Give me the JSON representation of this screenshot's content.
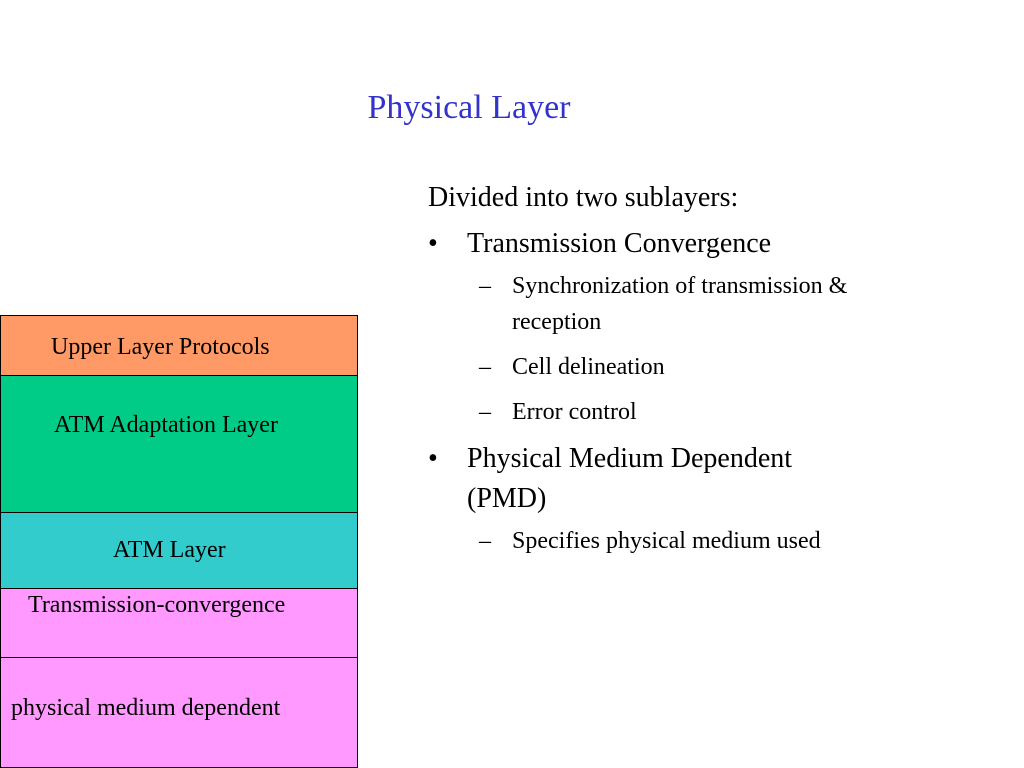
{
  "title": "Physical Layer",
  "content": {
    "intro": "Divided into two sublayers:",
    "bullets": [
      {
        "mark": "•",
        "text": "Transmission Convergence",
        "subitems": [
          {
            "mark": "–",
            "text": "Synchronization of transmission & reception"
          },
          {
            "mark": "–",
            "text": "Cell delineation"
          },
          {
            "mark": "–",
            "text": "Error control"
          }
        ]
      },
      {
        "mark": "•",
        "text": "Physical Medium Dependent (PMD)",
        "subitems": [
          {
            "mark": "–",
            "text": "Specifies physical medium used"
          }
        ]
      }
    ]
  },
  "stack": {
    "layers": [
      {
        "label": "Upper Layer Protocols",
        "color": "#ff9966"
      },
      {
        "label": "ATM Adaptation Layer",
        "color": "#00cc88"
      },
      {
        "label": "ATM Layer",
        "color": "#33cccc"
      },
      {
        "label": "Transmission-convergence",
        "color": "#ff99ff"
      },
      {
        "label": "physical medium dependent",
        "color": "#ff99ff"
      }
    ]
  }
}
